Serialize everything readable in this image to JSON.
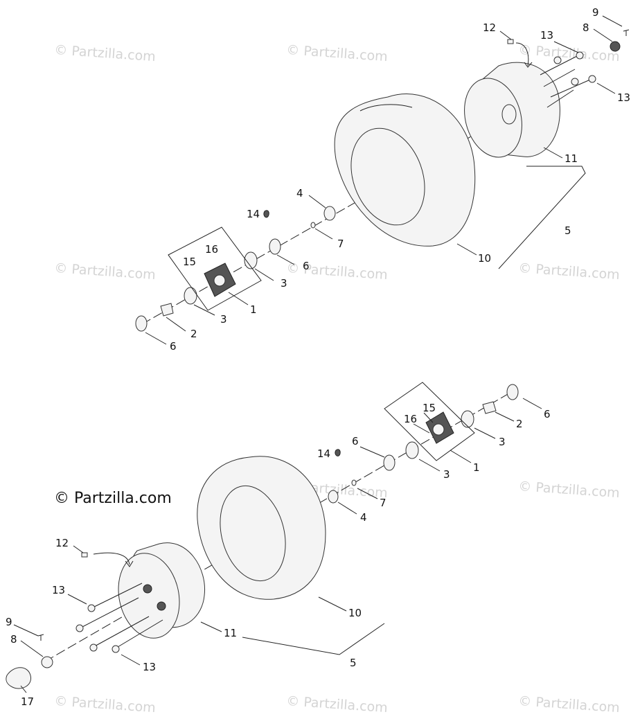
{
  "watermark": "© Partzilla.com",
  "copyright": "© Partzilla.com",
  "top_assembly": {
    "labels": [
      "9",
      "12",
      "8",
      "13",
      "13",
      "11",
      "5",
      "10",
      "4",
      "14",
      "7",
      "16",
      "15",
      "6",
      "3",
      "1",
      "3",
      "2",
      "6"
    ]
  },
  "bottom_assembly": {
    "labels": [
      "15",
      "16",
      "6",
      "6",
      "14",
      "3",
      "2",
      "3",
      "1",
      "7",
      "4",
      "12",
      "13",
      "9",
      "8",
      "17",
      "10",
      "11",
      "5",
      "13"
    ]
  }
}
